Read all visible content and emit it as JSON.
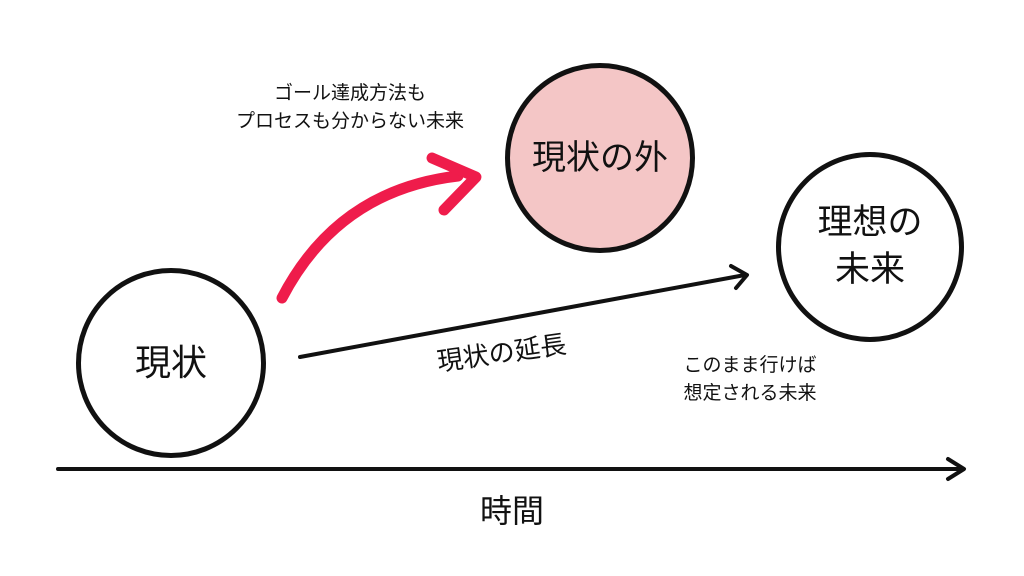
{
  "colors": {
    "background": "#ffffff",
    "ink": "#111111",
    "accent_arrow": "#ef1c4b",
    "outside_fill": "#f4c6c6"
  },
  "nodes": {
    "present": {
      "label": "現状"
    },
    "outside": {
      "label": "現状の外"
    },
    "ideal": {
      "line1": "理想の",
      "line2": "未来"
    }
  },
  "labels": {
    "unknown_future_line1": "ゴール達成方法も",
    "unknown_future_line2": "プロセスも分からない未来",
    "extension": "現状の延長",
    "expected_future_line1": "このまま行けば",
    "expected_future_line2": "想定される未来",
    "time_axis": "時間"
  }
}
